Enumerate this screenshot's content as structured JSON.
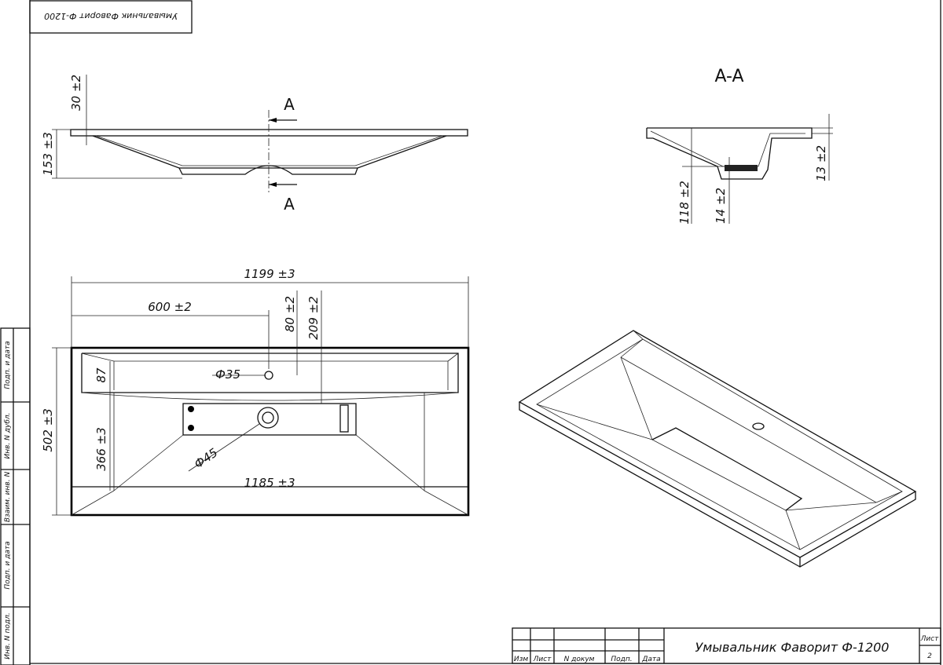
{
  "drawing": {
    "title": "Умывальник Фаворит Ф-1200",
    "top_stamp": "Умывальник Фаворит Ф-1200",
    "section_label": "A-A",
    "cut_label": "A"
  },
  "side_view": {
    "dims": [
      "30 ±2",
      "153 ±3"
    ]
  },
  "section_view": {
    "dims": [
      "118 ±2",
      "14 ±2",
      "13 ±2"
    ]
  },
  "top_view": {
    "dims": [
      "1199 ±3",
      "600 ±2",
      "80 ±2",
      "209 ±2",
      "87",
      "502 ±3",
      "366 ±3",
      "1185 ±3"
    ],
    "diameters": [
      "Ф35",
      "Ф45"
    ]
  },
  "side_stamp": [
    "Подп. и дата",
    "Инв. N дубл.",
    "Взаим. инв. N",
    "Подп. и дата",
    "Инв. N подл."
  ],
  "title_block": {
    "columns": [
      "Изм",
      "Лист",
      "N докум",
      "Подп.",
      "Дата"
    ],
    "sheet_label": "Лист",
    "sheet_number": "2"
  }
}
